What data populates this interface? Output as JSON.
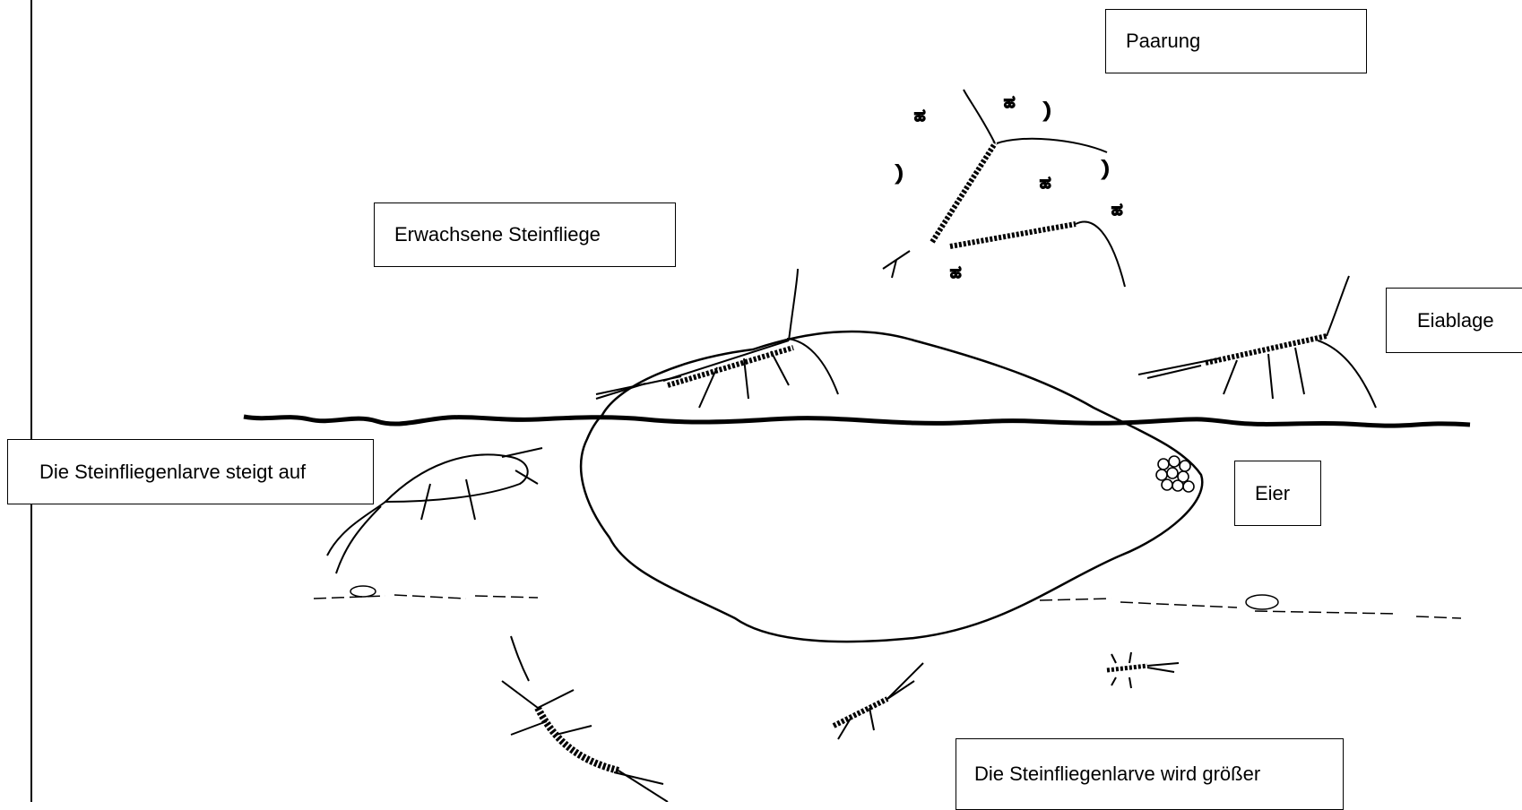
{
  "labels": {
    "paarung": "Paarung",
    "erwachsene": "Erwachsene Steinfliege",
    "eiablage": "Eiablage",
    "steigt_auf": "Die Steinfliegenlarve steigt auf",
    "eier": "Eier",
    "groesser": "Die Steinfliegenlarve wird größer"
  },
  "colors": {
    "ink": "#000000",
    "background": "#ffffff"
  }
}
